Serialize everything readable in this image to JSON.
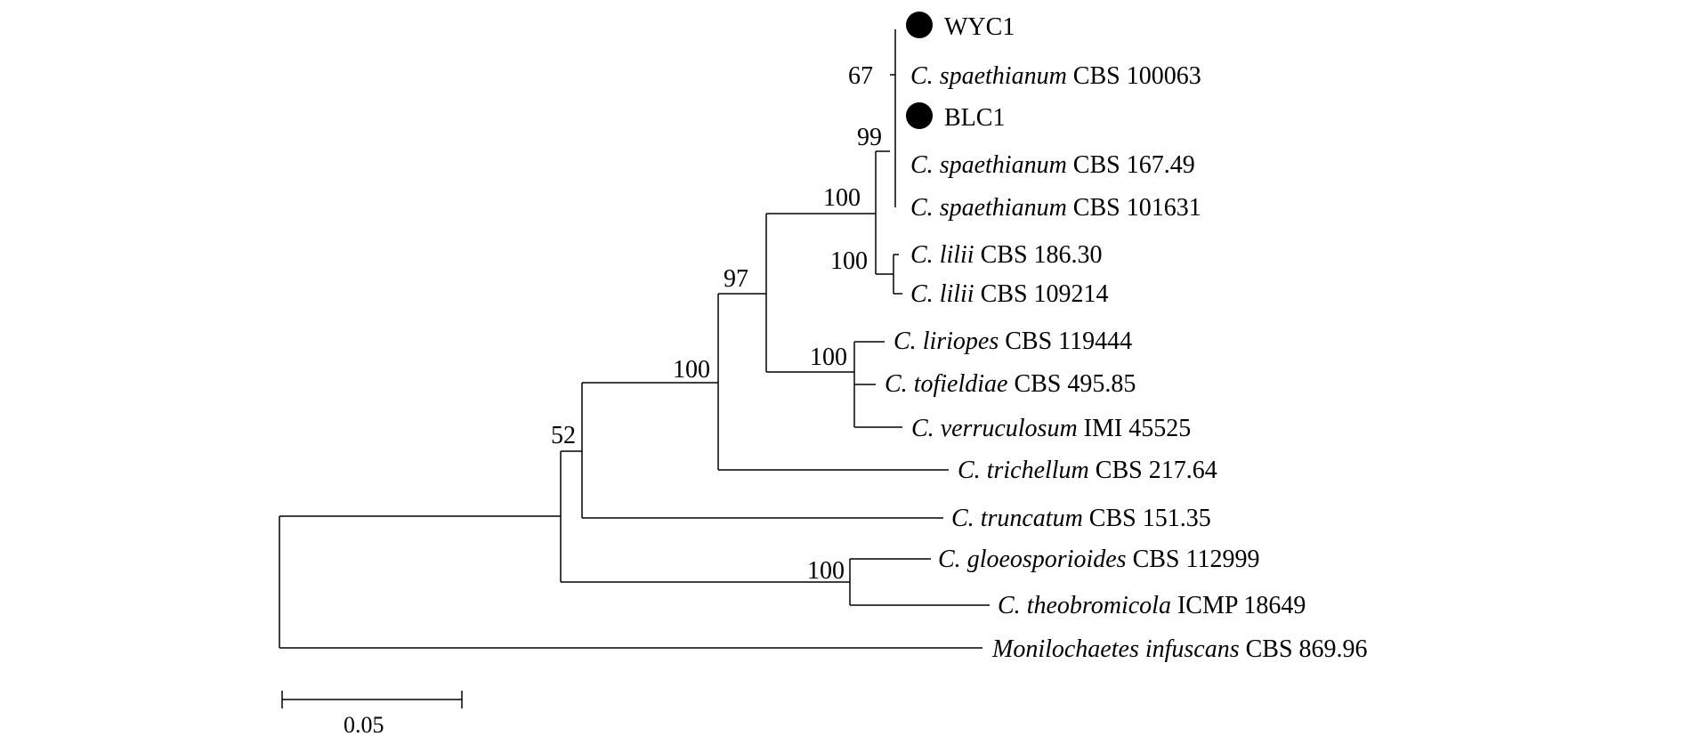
{
  "tree": {
    "taxa": [
      {
        "id": "wyc1",
        "label": "WYC1",
        "marker": true
      },
      {
        "id": "csp_100063",
        "genus": "C.",
        "species": "spaethianum",
        "strain": "CBS 100063"
      },
      {
        "id": "blc1",
        "label": "BLC1",
        "marker": true
      },
      {
        "id": "csp_167",
        "genus": "C.",
        "species": "spaethianum",
        "strain": "CBS 167.49"
      },
      {
        "id": "csp_101631",
        "genus": "C.",
        "species": "spaethianum",
        "strain": "CBS 101631"
      },
      {
        "id": "clilii_186",
        "genus": "C.",
        "species": "lilii",
        "strain": "CBS 186.30"
      },
      {
        "id": "clilii_109214",
        "genus": "C.",
        "species": "lilii",
        "strain": "CBS 109214"
      },
      {
        "id": "cliriopes",
        "genus": "C.",
        "species": "liriopes",
        "strain": "CBS 119444"
      },
      {
        "id": "ctofieldiae",
        "genus": "C.",
        "species": "tofieldiae",
        "strain": "CBS 495.85"
      },
      {
        "id": "cverruculosum",
        "genus": "C.",
        "species": "verruculosum",
        "strain": "IMI 45525"
      },
      {
        "id": "ctrichellum",
        "genus": "C.",
        "species": "trichellum",
        "strain": "CBS 217.64"
      },
      {
        "id": "ctruncatum",
        "genus": "C.",
        "species": "truncatum",
        "strain": "CBS 151.35"
      },
      {
        "id": "cgloeo",
        "genus": "C.",
        "species": "gloeosporioides",
        "strain": "CBS 112999"
      },
      {
        "id": "ctheo",
        "genus": "C.",
        "species": "theobromicola",
        "strain": "ICMP 18649"
      },
      {
        "id": "monil",
        "genus": "Monilochaetes",
        "species": "infuscans",
        "strain": "CBS 869.96"
      }
    ],
    "support": {
      "n67": "67",
      "n99": "99",
      "n100a": "100",
      "n100b": "100",
      "n97": "97",
      "n100c": "100",
      "n100d": "100",
      "n52": "52",
      "n100e": "100"
    },
    "scale_bar": {
      "label": "0.05",
      "value": 0.05
    },
    "marker_color": "#000000"
  }
}
